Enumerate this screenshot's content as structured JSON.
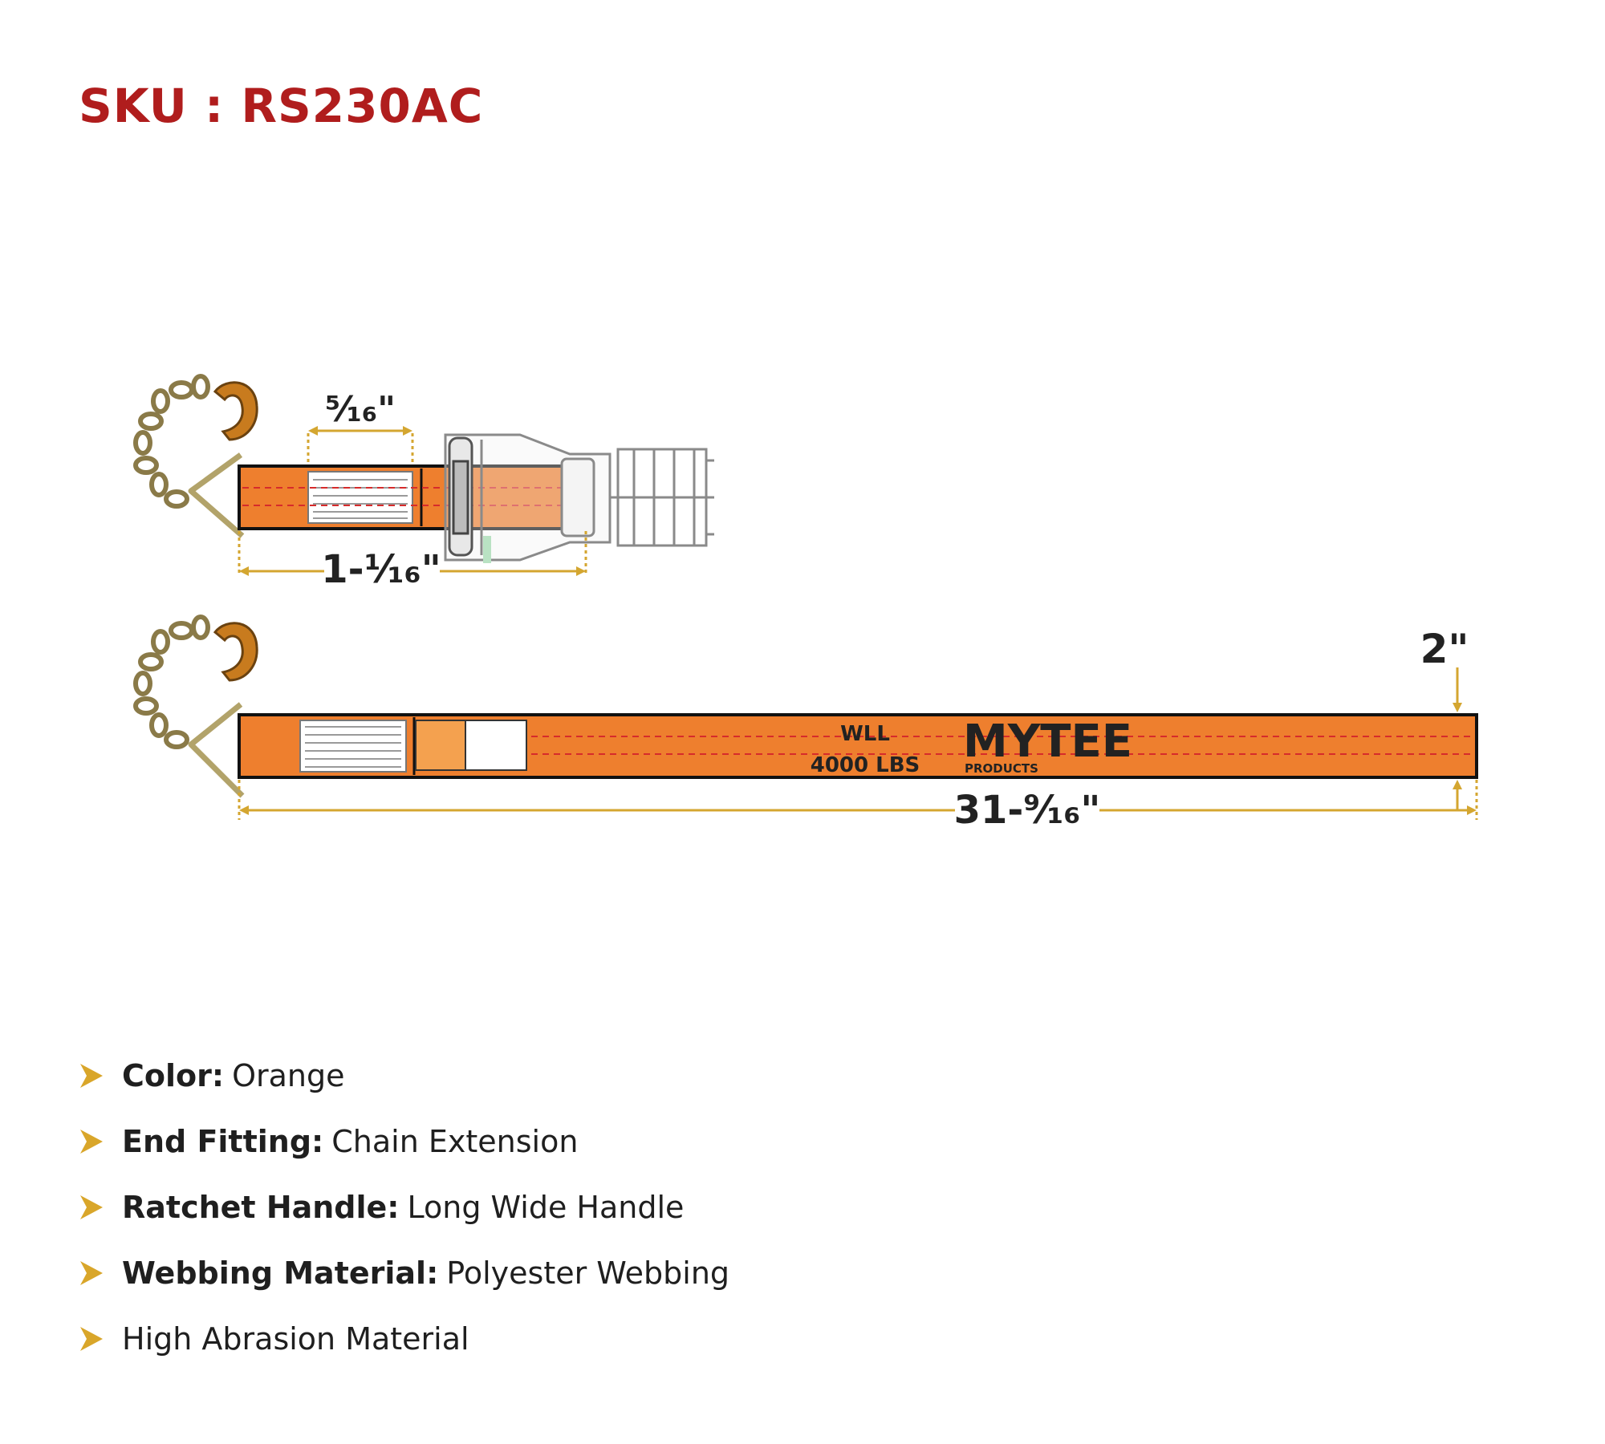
{
  "sku": "SKU : RS230AC",
  "colors": {
    "sku": "#b01d1d",
    "webbing": "#ee7f2e",
    "webbing_light": "#f4a14f",
    "stitch": "#d62b2b",
    "dimension": "#d4a630",
    "bullet": "#d9a62a",
    "chain": "#a08f5a"
  },
  "diagram": {
    "short_strap": {
      "dim_tag_width": "⁵⁄₁₆\"",
      "dim_length": "1-¹⁄₁₆\""
    },
    "long_strap": {
      "dim_width": "2\"",
      "dim_length": "31-⁹⁄₁₆\"",
      "wll_label": "WLL",
      "wll_value": "4000 LBS",
      "brand": "MYTEE",
      "brand_sub": "PRODUCTS"
    },
    "icons": [
      "chain-icon",
      "grab-hook-icon",
      "delta-ring-icon",
      "ratchet-icon"
    ]
  },
  "specs": [
    {
      "key": "Color:",
      "value": "Orange"
    },
    {
      "key": "End Fitting:",
      "value": "Chain Extension"
    },
    {
      "key": "Ratchet Handle:",
      "value": "Long Wide Handle"
    },
    {
      "key": "Webbing Material:",
      "value": "Polyester Webbing"
    },
    {
      "key": "",
      "value": "High Abrasion Material"
    }
  ]
}
